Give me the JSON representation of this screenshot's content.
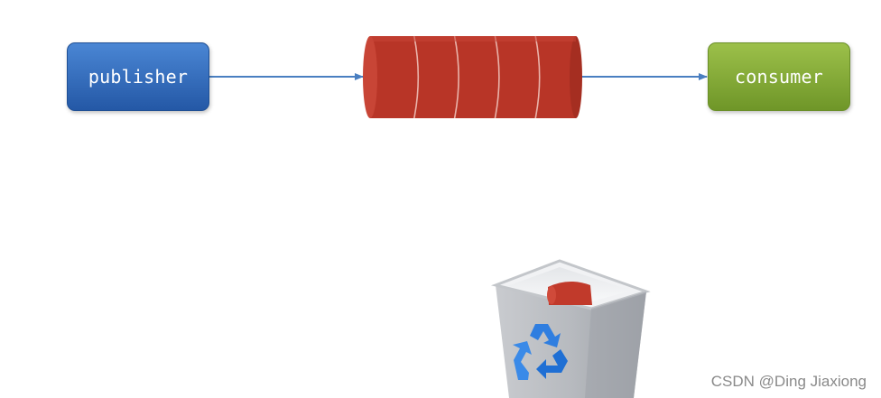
{
  "nodes": {
    "publisher": {
      "label": "publisher",
      "color": "#3569b9"
    },
    "queue": {
      "segments": 5,
      "color": "#b83527"
    },
    "consumer": {
      "label": "consumer",
      "color": "#85ab37"
    }
  },
  "edges": [
    {
      "from": "publisher",
      "to": "queue"
    },
    {
      "from": "queue",
      "to": "consumer"
    }
  ],
  "trash": {
    "icon": "recycle-bin-icon",
    "contains": "discarded-message"
  },
  "watermark": "CSDN @Ding Jiaxiong"
}
